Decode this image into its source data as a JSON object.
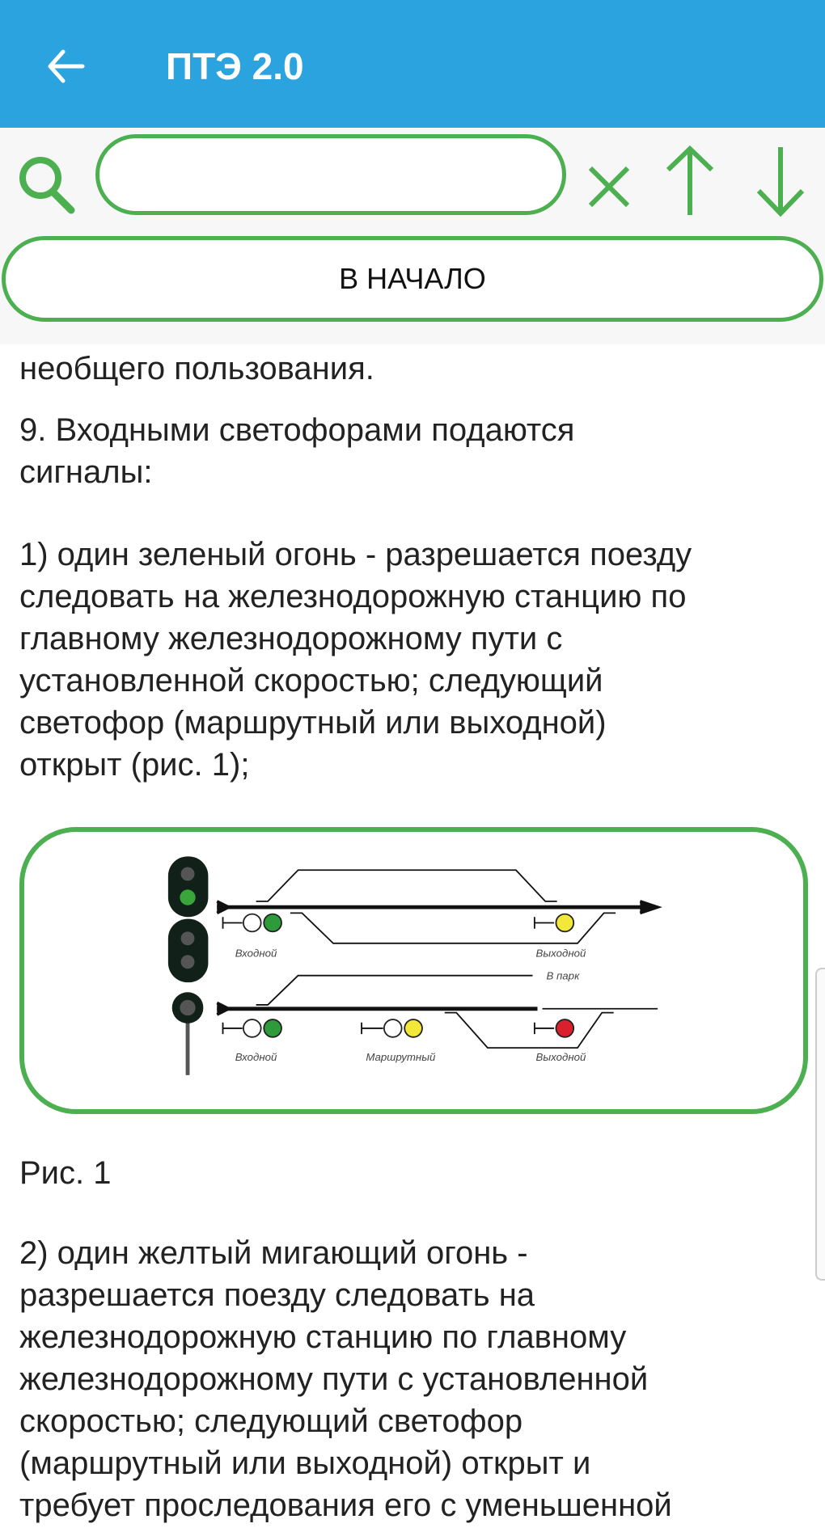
{
  "header": {
    "title": "ПТЭ 2.0",
    "back_icon": "arrow-left-icon"
  },
  "search": {
    "value": "",
    "placeholder": "",
    "icons": [
      "search-icon",
      "close-icon",
      "arrow-up-icon",
      "arrow-down-icon"
    ]
  },
  "home_button": {
    "label": "В НАЧАЛО"
  },
  "colors": {
    "header": "#2aa3df",
    "accent": "#4caf50"
  },
  "content": {
    "clipped_line": "необщего пользования.",
    "para9": [
      "9. Входными светофорами подаются",
      "сигналы:"
    ],
    "para1": [
      "1) один зеленый огонь - разрешается поезду",
      "следовать на железнодорожную станцию по",
      "главному железнодорожному пути с",
      "установленной скоростью; следующий",
      "светофор (маршрутный или выходной)",
      "открыт (рис. 1);"
    ],
    "figure": {
      "labels": {
        "entry1": "Входной",
        "exit1": "Выходной",
        "park": "В парк",
        "entry2": "Входной",
        "route": "Маршрутный",
        "exit2": "Выходной"
      }
    },
    "caption": "Рис. 1",
    "para2": [
      "2) один желтый мигающий огонь -",
      "разрешается поезду следовать на",
      "железнодорожную станцию по главному",
      "железнодорожному пути с установленной",
      "скоростью; следующий светофор",
      "(маршрутный или выходной) открыт и",
      "требует проследования его с уменьшенной"
    ]
  }
}
